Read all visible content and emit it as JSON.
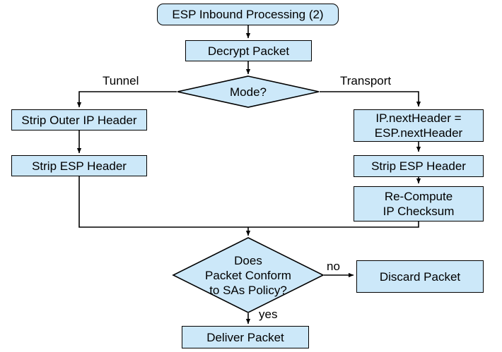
{
  "diagram": {
    "title": "ESP Inbound Processing (2)",
    "type": "flowchart",
    "colors": {
      "node_fill": "#cce8f9",
      "node_stroke": "#000000",
      "background": "#ffffff",
      "text": "#000000"
    },
    "nodes": {
      "start": {
        "label": "ESP Inbound Processing (2)",
        "shape": "terminator"
      },
      "decrypt": {
        "label": "Decrypt Packet",
        "shape": "process"
      },
      "mode": {
        "label": "Mode?",
        "shape": "decision"
      },
      "strip_outer_ip": {
        "label": "Strip Outer IP Header",
        "shape": "process"
      },
      "strip_esp_left": {
        "label": "Strip ESP Header",
        "shape": "process"
      },
      "next_header": {
        "label": "IP.nextHeader =\nESP.nextHeader",
        "shape": "process"
      },
      "strip_esp_right": {
        "label": "Strip ESP Header",
        "shape": "process"
      },
      "recompute": {
        "label": "Re-Compute\nIP Checksum",
        "shape": "process"
      },
      "conform": {
        "label": "Does\nPacket Conform\nto SAs Policy?",
        "shape": "decision"
      },
      "discard": {
        "label": "Discard Packet",
        "shape": "process"
      },
      "deliver": {
        "label": "Deliver Packet",
        "shape": "process"
      }
    },
    "edge_labels": {
      "tunnel": "Tunnel",
      "transport": "Transport",
      "no": "no",
      "yes": "yes"
    }
  }
}
